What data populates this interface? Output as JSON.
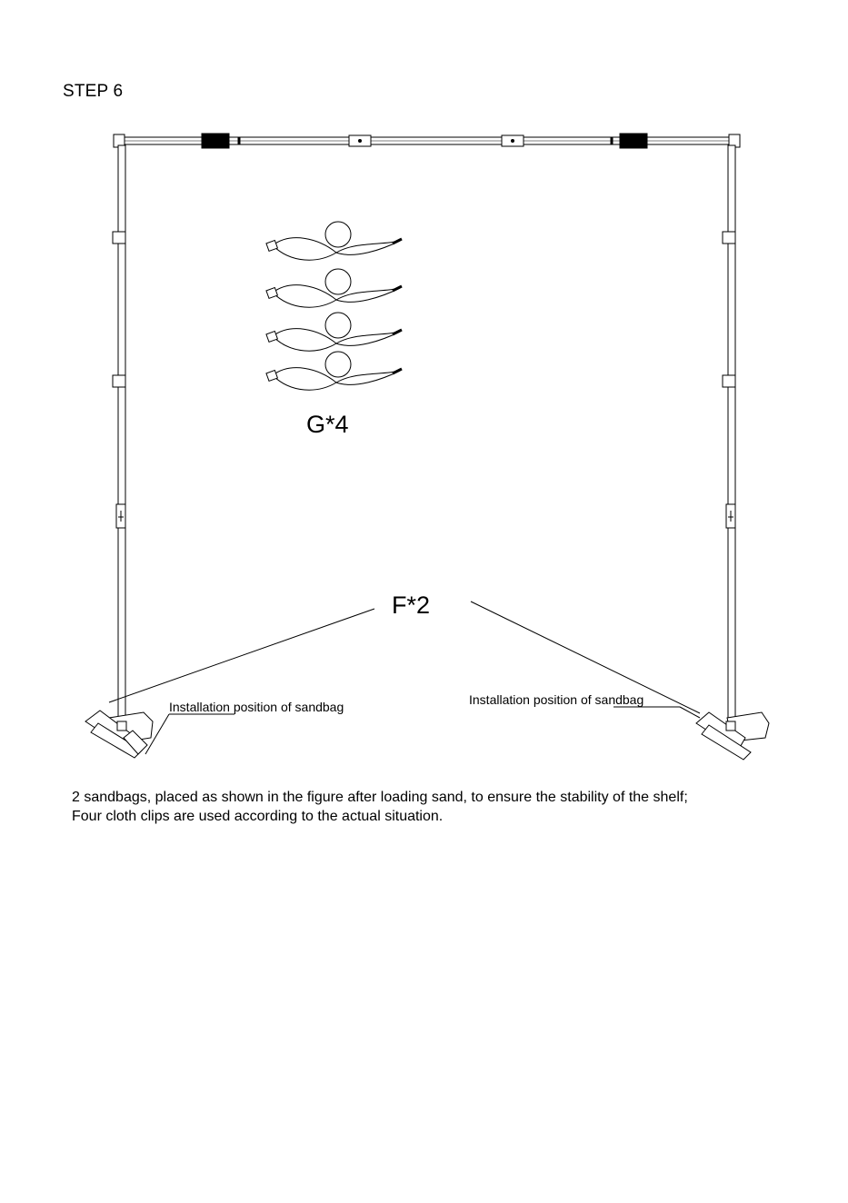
{
  "step": {
    "title": "STEP 6"
  },
  "labels": {
    "clips": "G*4",
    "sandbags": "F*2",
    "install_left": "Installation position of sandbag",
    "install_right": "Installation position of sandbag"
  },
  "description": {
    "line1": "2 sandbags, placed as shown in the figure after loading sand, to ensure the stability of the shelf;",
    "line2": "Four cloth clips are used according to the actual situation."
  }
}
